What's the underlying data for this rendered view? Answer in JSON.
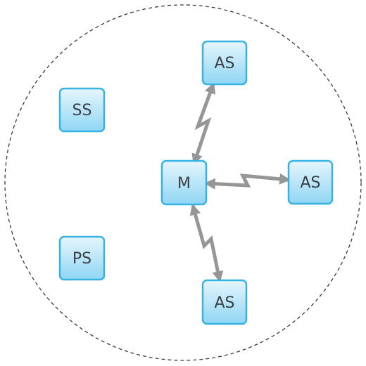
{
  "nodes": [
    {
      "id": "ss",
      "label": "SS"
    },
    {
      "id": "ps",
      "label": "PS"
    },
    {
      "id": "m",
      "label": "M"
    },
    {
      "id": "as_top",
      "label": "AS"
    },
    {
      "id": "as_right",
      "label": "AS"
    },
    {
      "id": "as_bottom",
      "label": "AS"
    }
  ],
  "links": [
    {
      "from": "m",
      "to": "as_top"
    },
    {
      "from": "m",
      "to": "as_right"
    },
    {
      "from": "m",
      "to": "as_bottom"
    }
  ],
  "colors": {
    "node_fill_top": "#e6f6fd",
    "node_fill_bottom": "#8fd6f4",
    "node_border": "#36b2e3",
    "link": "#969696",
    "boundary": "#3a3a3a",
    "label": "#3b3f44"
  }
}
